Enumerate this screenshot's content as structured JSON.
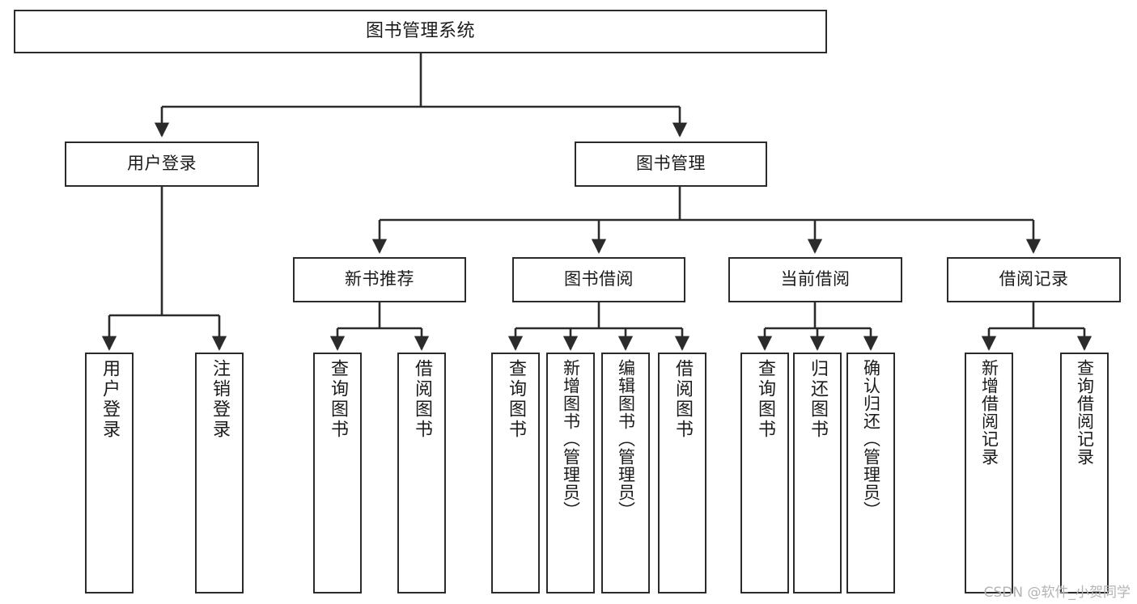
{
  "diagram": {
    "title": "图书管理系统",
    "type": "tree",
    "watermark": "CSDN @软件_小贺同学",
    "colors": {
      "node_border": "#2b2b2b",
      "node_fill": "#ffffff",
      "edge": "#2b2b2b",
      "text": "#1b1b1b",
      "watermark": "#b4b4b4",
      "background": "#ffffff"
    },
    "root": {
      "label": "图书管理系统"
    },
    "level1": [
      {
        "label": "用户登录"
      },
      {
        "label": "图书管理"
      }
    ],
    "level2": [
      {
        "label": "新书推荐"
      },
      {
        "label": "图书借阅"
      },
      {
        "label": "当前借阅"
      },
      {
        "label": "借阅记录"
      }
    ],
    "leaves": {
      "user_login": [
        {
          "label": "用户登录"
        },
        {
          "label": "注销登录"
        }
      ],
      "new_book_recommend": [
        {
          "label": "查询图书"
        },
        {
          "label": "借阅图书"
        }
      ],
      "book_borrow": [
        {
          "label": "查询图书"
        },
        {
          "label": "新增图书（管理员）"
        },
        {
          "label": "编辑图书（管理员）"
        },
        {
          "label": "借阅图书"
        }
      ],
      "current_borrow": [
        {
          "label": "查询图书"
        },
        {
          "label": "归还图书"
        },
        {
          "label": "确认归还（管理员）"
        }
      ],
      "borrow_record": [
        {
          "label": "新增借阅记录"
        },
        {
          "label": "查询借阅记录"
        }
      ]
    }
  }
}
